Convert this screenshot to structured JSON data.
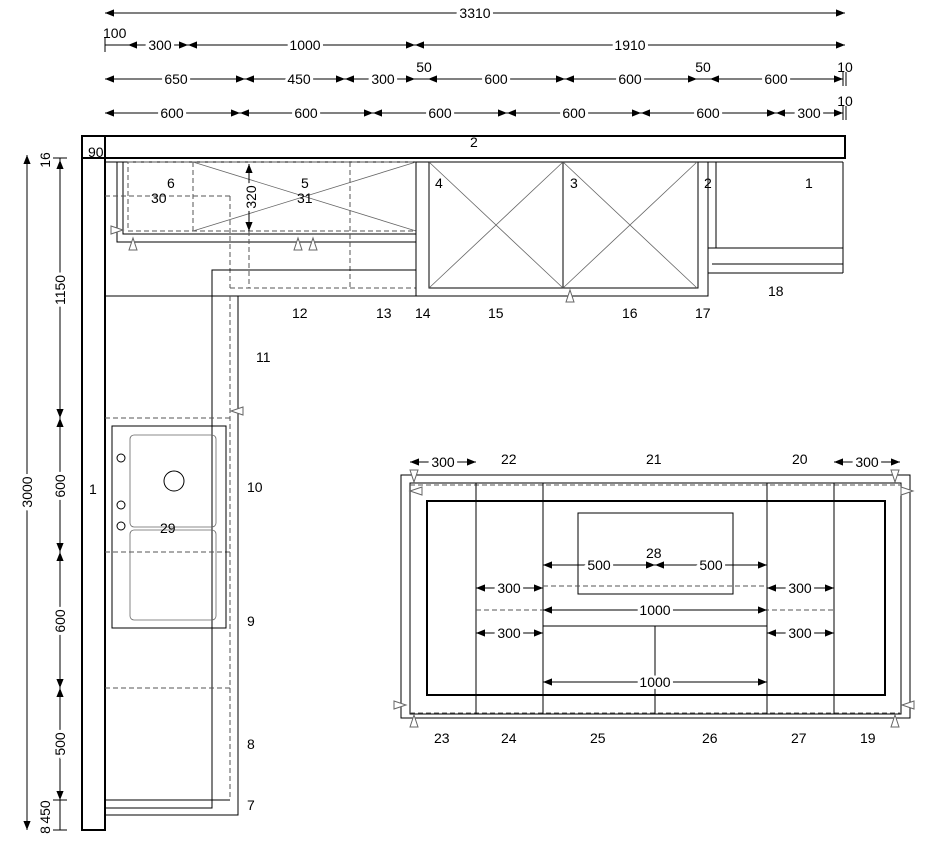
{
  "top_dims": {
    "total": "3310",
    "r1": [
      "100",
      "300",
      "1000",
      "1910"
    ],
    "r2": [
      "650",
      "450",
      "300",
      "50",
      "600",
      "600",
      "50",
      "600",
      "10"
    ],
    "r3": [
      "600",
      "600",
      "600",
      "600",
      "600",
      "300",
      "10"
    ]
  },
  "left_dims": {
    "total": "3000",
    "parts": [
      "16",
      "1150",
      "600",
      "600",
      "500",
      "450",
      "8"
    ]
  },
  "island_dims": {
    "left": "300",
    "right": "300",
    "half_a": "500",
    "half_b": "500",
    "r1": [
      "300",
      "300"
    ],
    "mid": "1000",
    "r2": [
      "300",
      "300"
    ],
    "bottom": "1000"
  },
  "wall_labels": {
    "n90": "90",
    "n2": "2",
    "height": "320"
  },
  "labels": [
    "1",
    "2",
    "3",
    "4",
    "5",
    "6",
    "7",
    "8",
    "9",
    "10",
    "11",
    "12",
    "13",
    "14",
    "15",
    "16",
    "17",
    "18",
    "19",
    "20",
    "21",
    "22",
    "23",
    "24",
    "25",
    "26",
    "27",
    "28",
    "29",
    "30",
    "31"
  ]
}
